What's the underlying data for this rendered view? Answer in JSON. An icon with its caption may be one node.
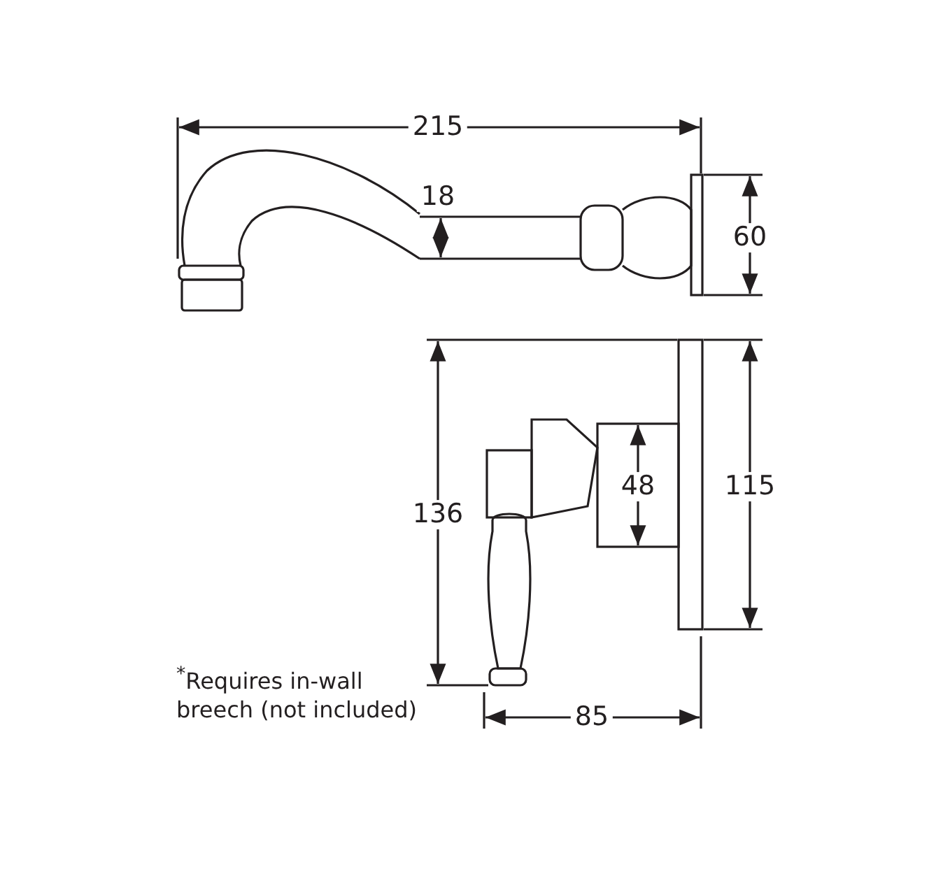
{
  "diagram": {
    "labels": [
      "215",
      "18",
      "60",
      "136",
      "48",
      "115",
      "85",
      "$^{*}$Requires in-wall breech (not included)"
    ]
  }
}
